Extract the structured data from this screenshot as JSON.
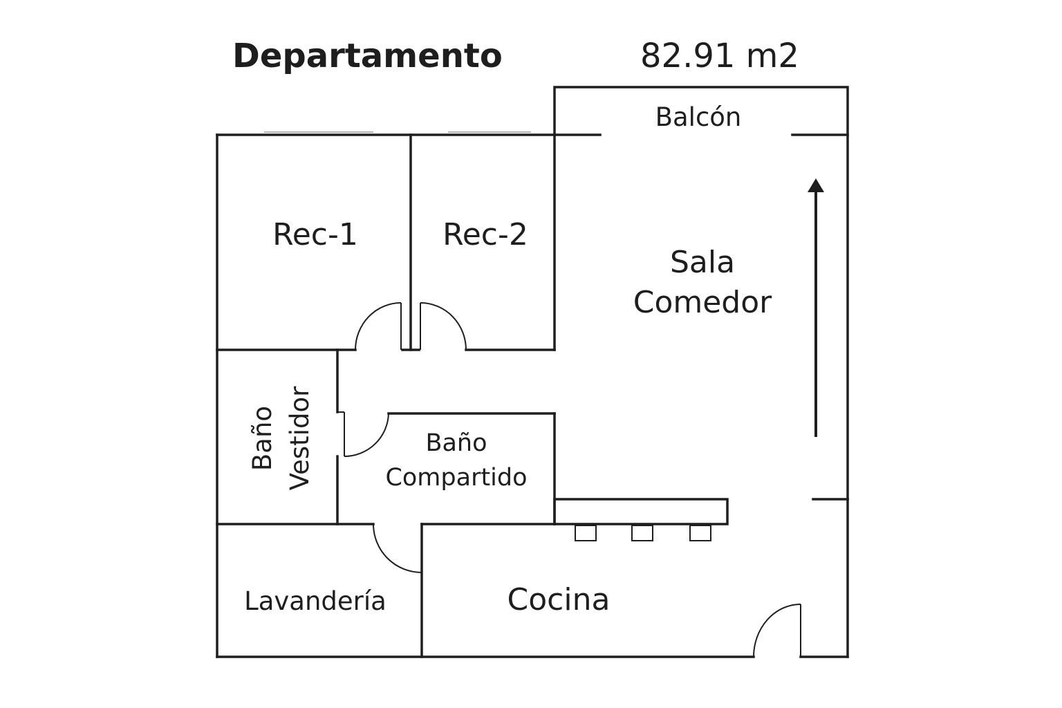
{
  "header": {
    "title": "Departamento",
    "area": "82.91 m2"
  },
  "rooms": {
    "balcon": "Balcón",
    "rec1": "Rec-1",
    "rec2": "Rec-2",
    "sala_line1": "Sala",
    "sala_line2": "Comedor",
    "bano_vestidor_line1": "Baño",
    "bano_vestidor_line2": "Vestidor",
    "bano_compartido_line1": "Baño",
    "bano_compartido_line2": "Compartido",
    "lavanderia": "Lavandería",
    "cocina": "Cocina"
  },
  "colors": {
    "line": "#1e1e1e",
    "background": "#ffffff"
  }
}
